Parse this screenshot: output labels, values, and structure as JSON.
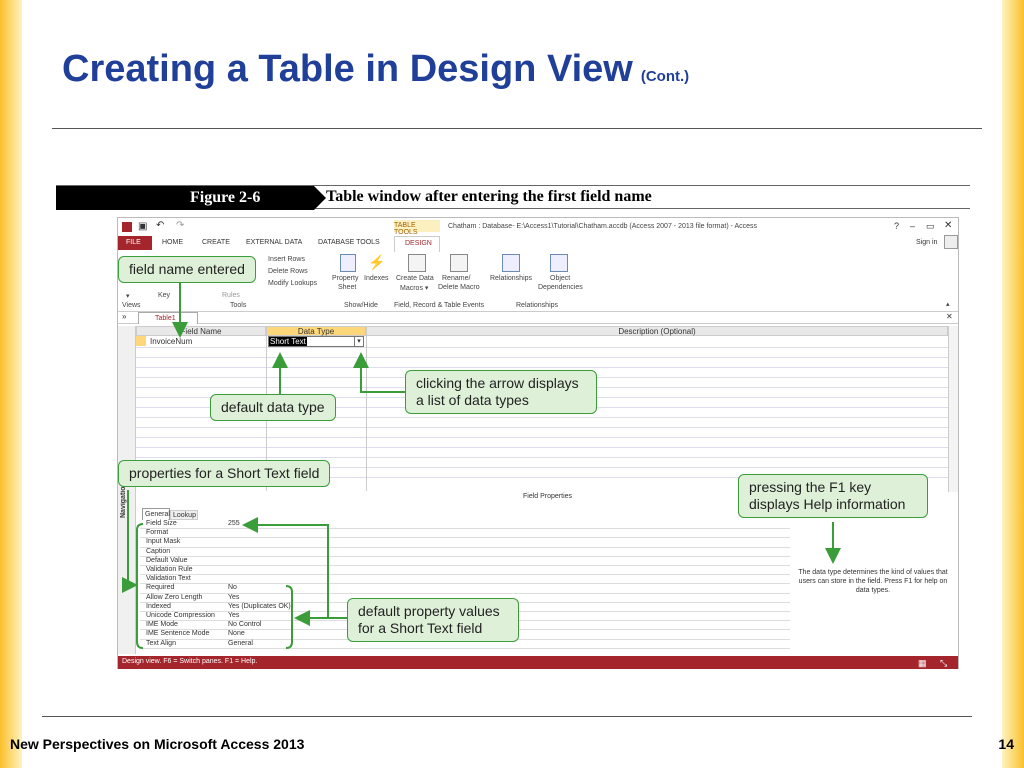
{
  "slide": {
    "title": "Creating a Table in Design View",
    "title_suffix": "(Cont.)",
    "footer_left": "New Perspectives on Microsoft Access 2013",
    "page_number": "14"
  },
  "figure": {
    "label": "Figure 2-6",
    "caption": "Table window after entering the first field name"
  },
  "window": {
    "contextual_tab_group": "TABLE TOOLS",
    "title": "Chatham : Database- E:\\Access1\\Tutorial\\Chatham.accdb (Access 2007 - 2013 file format) - Access",
    "help": "?",
    "sign_in": "Sign in",
    "tabs": [
      "FILE",
      "HOME",
      "CREATE",
      "EXTERNAL DATA",
      "DATABASE TOOLS",
      "DESIGN"
    ],
    "ribbon": {
      "views_label": "Views",
      "key_label": "Key",
      "rules_label": "Rules",
      "tools_label": "Tools",
      "insert_rows": "Insert Rows",
      "delete_rows": "Delete Rows",
      "modify_lookups": "Modify Lookups",
      "property_sheet": "Property Sheet",
      "property_line1": "Property",
      "property_line2": "Sheet",
      "indexes": "Indexes",
      "show_hide_label": "Show/Hide",
      "create_data_line1": "Create Data",
      "create_data_line2": "Macros ▾",
      "rename_line1": "Rename/",
      "rename_line2": "Delete Macro",
      "field_events_label": "Field, Record & Table Events",
      "relationships": "Relationships",
      "object_line1": "Object",
      "object_line2": "Dependencies",
      "relationships_label": "Relationships"
    },
    "doc_tab": "Table1",
    "nav_pane": "Navigation Pane",
    "grid": {
      "col_field_name": "Field Name",
      "col_data_type": "Data Type",
      "col_description": "Description (Optional)",
      "field_name_value": "InvoiceNum",
      "data_type_value": "Short Text"
    },
    "field_properties_label": "Field Properties",
    "prop_tabs": [
      "General",
      "Lookup"
    ],
    "properties": [
      {
        "k": "Field Size",
        "v": "255"
      },
      {
        "k": "Format",
        "v": ""
      },
      {
        "k": "Input Mask",
        "v": ""
      },
      {
        "k": "Caption",
        "v": ""
      },
      {
        "k": "Default Value",
        "v": ""
      },
      {
        "k": "Validation Rule",
        "v": ""
      },
      {
        "k": "Validation Text",
        "v": ""
      },
      {
        "k": "Required",
        "v": "No"
      },
      {
        "k": "Allow Zero Length",
        "v": "Yes"
      },
      {
        "k": "Indexed",
        "v": "Yes (Duplicates OK)"
      },
      {
        "k": "Unicode Compression",
        "v": "Yes"
      },
      {
        "k": "IME Mode",
        "v": "No Control"
      },
      {
        "k": "IME Sentence Mode",
        "v": "None"
      },
      {
        "k": "Text Align",
        "v": "General"
      }
    ],
    "help_text": "The data type determines the kind of values that users can store in the field. Press F1 for help on data types.",
    "status": "Design view.  F6 = Switch panes.  F1 = Help."
  },
  "callouts": {
    "field_name": "field name entered",
    "data_type": "default data type",
    "arrow": "clicking the arrow displays a list of data types",
    "properties": "properties for a Short Text field",
    "f1": "pressing the F1 key displays Help information",
    "defaults": "default property values for a Short Text field"
  },
  "colors": {
    "title": "#1f3f99",
    "callout_fill": "#dff0d8",
    "callout_border": "#3a9d3a",
    "access_red": "#a4262c"
  }
}
